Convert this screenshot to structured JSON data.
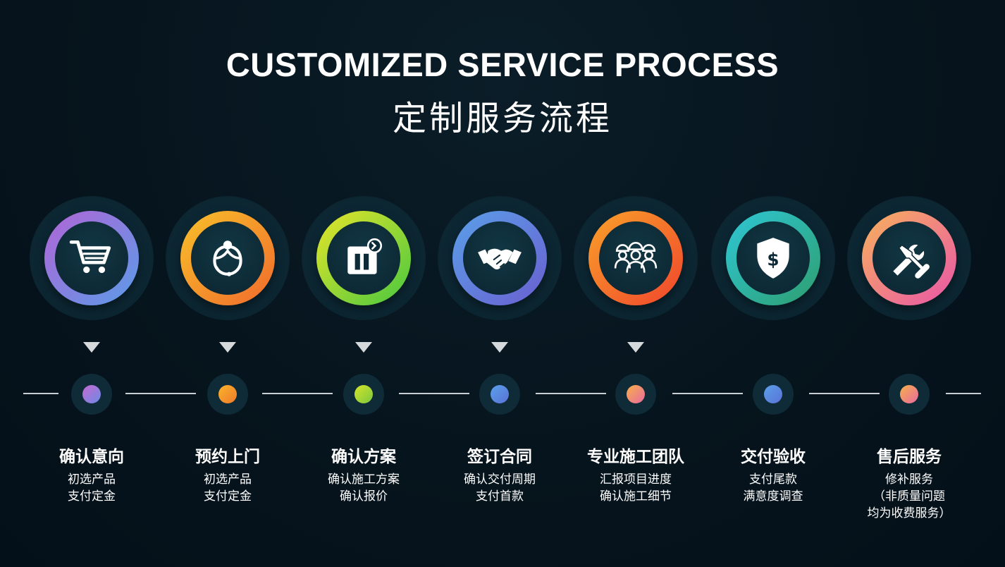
{
  "header": {
    "title_en": "CUSTOMIZED SERVICE PROCESS",
    "title_cn": "定制服务流程"
  },
  "steps": [
    {
      "icon": "shopping-cart-icon",
      "title": "确认意向",
      "lines": [
        "初选产品",
        "支付定金"
      ],
      "gradient": [
        "#b265d6",
        "#5a9be8"
      ],
      "has_arrow": true
    },
    {
      "icon": "customer-service-icon",
      "title": "预约上门",
      "lines": [
        "初选产品",
        "支付定金"
      ],
      "gradient": [
        "#f8c12a",
        "#f06a2c"
      ],
      "has_arrow": true
    },
    {
      "icon": "plan-document-icon",
      "title": "确认方案",
      "lines": [
        "确认施工方案",
        "确认报价"
      ],
      "gradient": [
        "#e7e52a",
        "#47c83f"
      ],
      "has_arrow": true
    },
    {
      "icon": "handshake-icon",
      "title": "签订合同",
      "lines": [
        "确认交付周期",
        "支付首款"
      ],
      "gradient": [
        "#5a9fe8",
        "#6a5fd0"
      ],
      "has_arrow": true
    },
    {
      "icon": "construction-team-icon",
      "title": "专业施工团队",
      "lines": [
        "汇报项目进度",
        "确认施工细节"
      ],
      "gradient": [
        "#f9a12a",
        "#f0452c"
      ],
      "has_arrow": true
    },
    {
      "icon": "dollar-shield-icon",
      "title": "交付验收",
      "lines": [
        "支付尾款",
        "满意度调查"
      ],
      "gradient": [
        "#2fc7d6",
        "#2e9e6e"
      ],
      "has_arrow": false
    },
    {
      "icon": "tools-icon",
      "title": "售后服务",
      "lines": [
        "修补服务",
        "（非质量问题",
        "均为收费服务）"
      ],
      "gradient": [
        "#f7b25c",
        "#e955a8"
      ],
      "has_arrow": false
    }
  ]
}
